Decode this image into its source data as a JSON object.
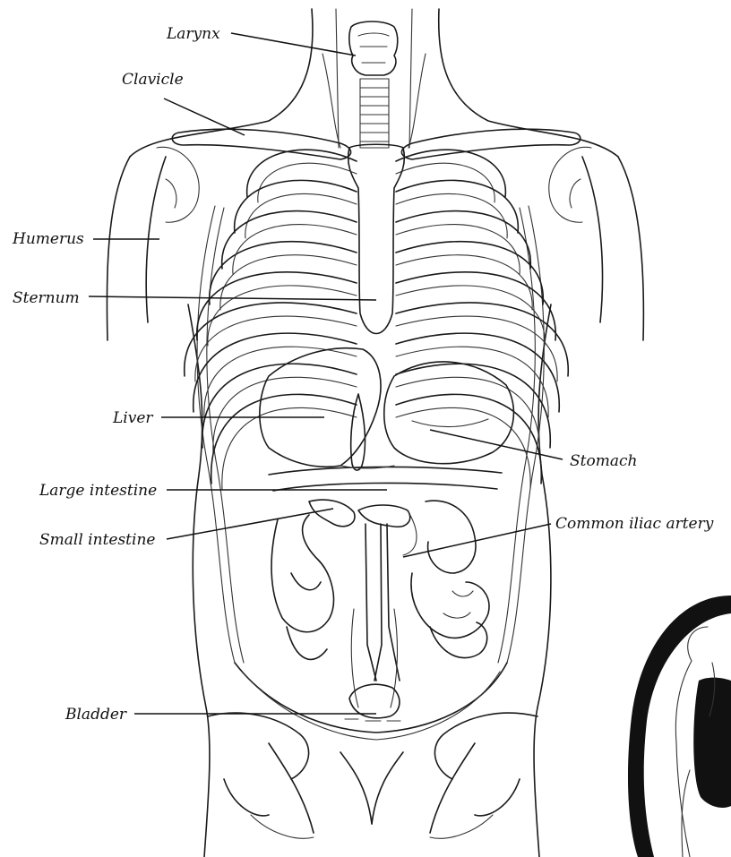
{
  "labels": {
    "larynx": "Larynx",
    "clavicle": "Clavicle",
    "humerus": "Humerus",
    "sternum": "Sternum",
    "liver": "Liver",
    "stomach": "Stomach",
    "large_intestine": "Large intestine",
    "small_intestine": "Small intestine",
    "common_iliac_artery": "Common iliac artery",
    "bladder": "Bladder"
  }
}
